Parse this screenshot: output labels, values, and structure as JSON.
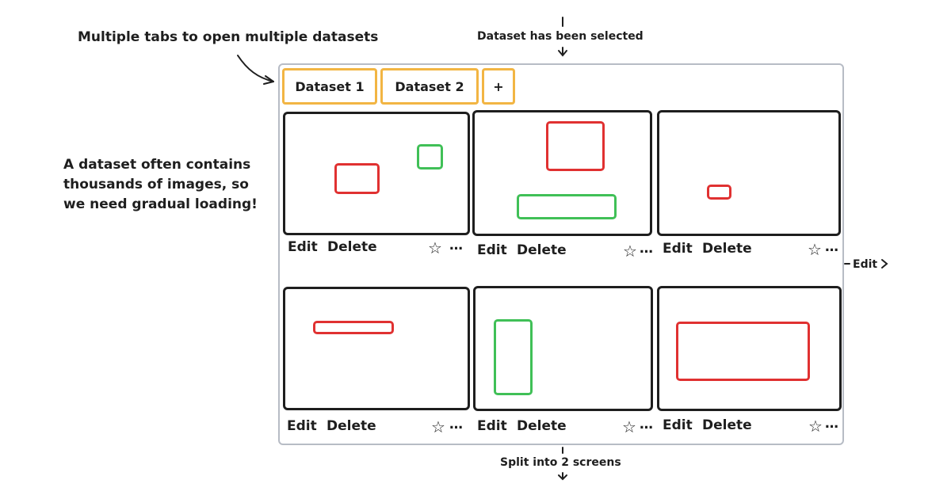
{
  "annotations": {
    "tabs_note": "Multiple tabs to open multiple datasets",
    "selected_note": "Dataset has been selected",
    "loading_note": [
      "A dataset often contains",
      "thousands of images, so",
      "we need gradual loading!"
    ],
    "edit_note": "Edit",
    "split_note": "Split into 2 screens"
  },
  "tabs": [
    {
      "label": "Dataset 1"
    },
    {
      "label": "Dataset 2"
    },
    {
      "label": "+"
    }
  ],
  "cards": [
    {
      "edit": "Edit",
      "delete": "Delete",
      "star_icon": "star-icon",
      "more": "…"
    },
    {
      "edit": "Edit",
      "delete": "Delete",
      "star_icon": "star-icon",
      "more": "…"
    },
    {
      "edit": "Edit",
      "delete": "Delete",
      "star_icon": "star-icon",
      "more": "…"
    },
    {
      "edit": "Edit",
      "delete": "Delete",
      "star_icon": "star-icon",
      "more": "…"
    },
    {
      "edit": "Edit",
      "delete": "Delete",
      "star_icon": "star-icon",
      "more": "…"
    },
    {
      "edit": "Edit",
      "delete": "Delete",
      "star_icon": "star-icon",
      "more": "…"
    }
  ],
  "colors": {
    "tab_border": "#f2b543",
    "box_red": "#e03131",
    "box_green": "#40c057",
    "frame_border": "#b7bcc5",
    "ink": "#1e1e1e"
  }
}
